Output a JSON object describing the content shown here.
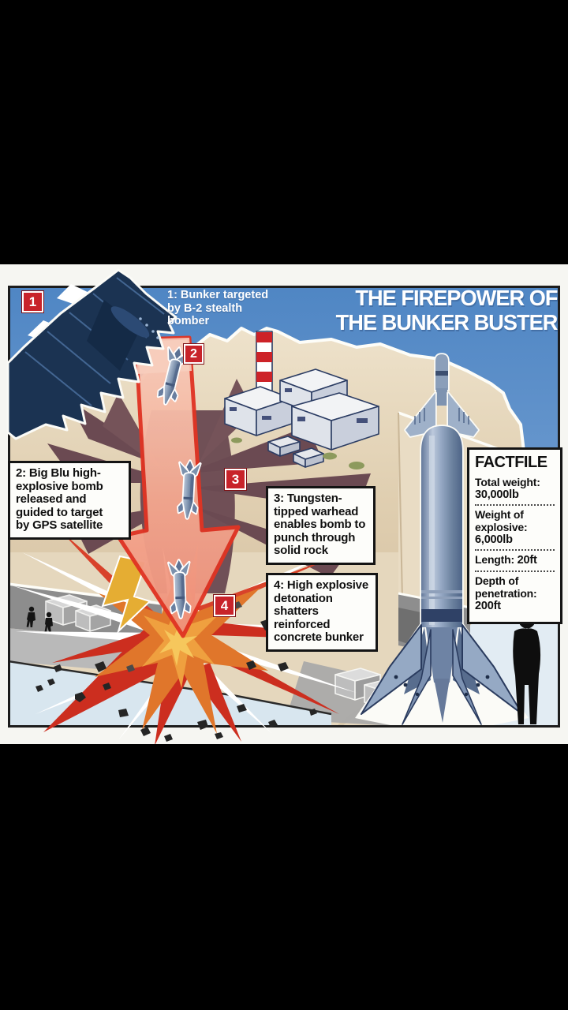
{
  "title": {
    "line1": "THE FIREPOWER OF",
    "line2": "THE BUNKER BUSTER"
  },
  "labels": {
    "step1": "1: Bunker targeted\nby B-2 stealth\nbomber",
    "step2": "2: Big Blu high-\nexplosive bomb\nreleased and\nguided to target\nby GPS satellite",
    "step3": "3: Tungsten-\ntipped warhead\nenables bomb to\npunch through\nsolid rock",
    "step4": "4: High explosive\ndetonation\nshatters\nreinforced\nconcrete bunker"
  },
  "badges": {
    "b1": "1",
    "b2": "2",
    "b3": "3",
    "b4": "4"
  },
  "factfile": {
    "title": "FACTFILE",
    "rows": [
      {
        "label": "Total weight:",
        "value": "30,000lb"
      },
      {
        "label": "Weight of\nexplosive:",
        "value": "6,000lb"
      },
      {
        "label": "Length: ",
        "value": "20ft"
      },
      {
        "label": "Depth of\npenetration:",
        "value": "200ft"
      }
    ]
  },
  "palette": {
    "badge_red": "#c8232a",
    "sky_blue": "#5b8ec9",
    "sand": "#e2d2b4",
    "bomb_steel": "#8fa3bf",
    "explosion_red": "#cc2e1f",
    "explosion_orange": "#e0762b"
  }
}
